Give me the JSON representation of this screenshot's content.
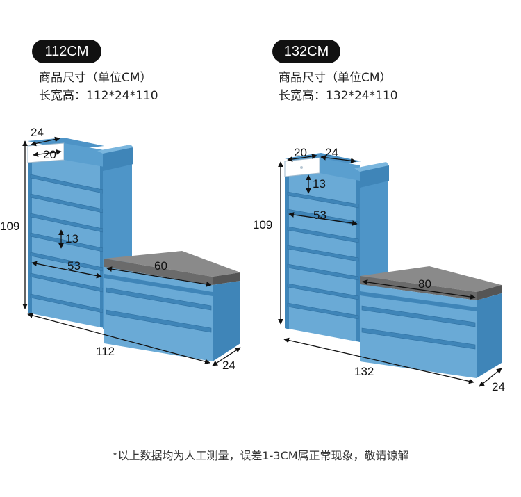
{
  "colors": {
    "wood_front": "#5a9fcf",
    "wood_side": "#3f85b8",
    "wood_dark": "#2f6f9f",
    "cushion": "#6b6b6b",
    "pill_bg": "#111111"
  },
  "left": {
    "badge": "112CM",
    "spec_line1": "商品尺寸（单位CM）",
    "spec_line2": "长宽高：112*24*110",
    "dim_drawer_depth": "24",
    "dim_drawer_width": "20",
    "dim_height": "109",
    "dim_gap": "13",
    "dim_shelf_width": "53",
    "dim_bench_width": "60",
    "dim_total_length": "112",
    "dim_depth": "24"
  },
  "right": {
    "badge": "132CM",
    "spec_line1": "商品尺寸（单位CM）",
    "spec_line2": "长宽高：132*24*110",
    "dim_drawer_width": "20",
    "dim_drawer_depth": "24",
    "dim_gap": "13",
    "dim_height": "109",
    "dim_shelf_width": "53",
    "dim_bench_width": "80",
    "dim_total_length": "132",
    "dim_depth": "24"
  },
  "footnote": "*以上数据均为人工测量，误差1-3CM属正常现象，敬请谅解"
}
